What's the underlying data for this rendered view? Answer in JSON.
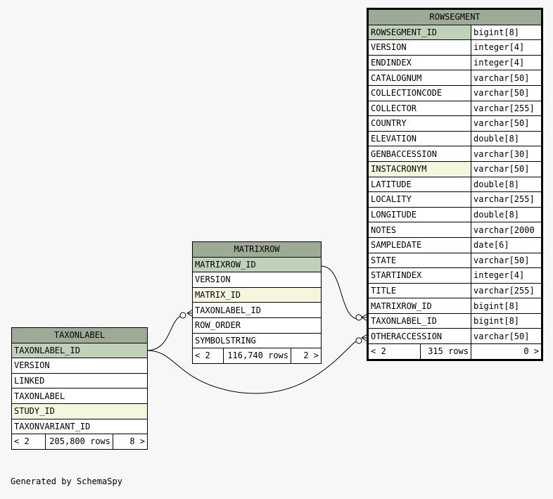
{
  "tables": {
    "rowsegment": {
      "name": "ROWSEGMENT",
      "columns": [
        {
          "name": "ROWSEGMENT_ID",
          "type": "bigint[8]",
          "kind": "pk"
        },
        {
          "name": "VERSION",
          "type": "integer[4]",
          "kind": ""
        },
        {
          "name": "ENDINDEX",
          "type": "integer[4]",
          "kind": ""
        },
        {
          "name": "CATALOGNUM",
          "type": "varchar[50]",
          "kind": ""
        },
        {
          "name": "COLLECTIONCODE",
          "type": "varchar[50]",
          "kind": ""
        },
        {
          "name": "COLLECTOR",
          "type": "varchar[255]",
          "kind": ""
        },
        {
          "name": "COUNTRY",
          "type": "varchar[50]",
          "kind": ""
        },
        {
          "name": "ELEVATION",
          "type": "double[8]",
          "kind": ""
        },
        {
          "name": "GENBACCESSION",
          "type": "varchar[30]",
          "kind": ""
        },
        {
          "name": "INSTACRONYM",
          "type": "varchar[50]",
          "kind": "idx"
        },
        {
          "name": "LATITUDE",
          "type": "double[8]",
          "kind": ""
        },
        {
          "name": "LOCALITY",
          "type": "varchar[255]",
          "kind": ""
        },
        {
          "name": "LONGITUDE",
          "type": "double[8]",
          "kind": ""
        },
        {
          "name": "NOTES",
          "type": "varchar[2000",
          "kind": ""
        },
        {
          "name": "SAMPLEDATE",
          "type": "date[6]",
          "kind": ""
        },
        {
          "name": "STATE",
          "type": "varchar[50]",
          "kind": ""
        },
        {
          "name": "STARTINDEX",
          "type": "integer[4]",
          "kind": ""
        },
        {
          "name": "TITLE",
          "type": "varchar[255]",
          "kind": ""
        },
        {
          "name": "MATRIXROW_ID",
          "type": "bigint[8]",
          "kind": ""
        },
        {
          "name": "TAXONLABEL_ID",
          "type": "bigint[8]",
          "kind": ""
        },
        {
          "name": "OTHERACCESSION",
          "type": "varchar[50]",
          "kind": ""
        }
      ],
      "footer": {
        "left": "< 2",
        "mid": "315 rows",
        "right": "0 >"
      }
    },
    "matrixrow": {
      "name": "MATRIXROW",
      "columns": [
        {
          "name": "MATRIXROW_ID",
          "kind": "pk"
        },
        {
          "name": "VERSION",
          "kind": ""
        },
        {
          "name": "MATRIX_ID",
          "kind": "idx"
        },
        {
          "name": "TAXONLABEL_ID",
          "kind": ""
        },
        {
          "name": "ROW_ORDER",
          "kind": ""
        },
        {
          "name": "SYMBOLSTRING",
          "kind": ""
        }
      ],
      "footer": {
        "left": "< 2",
        "mid": "116,740 rows",
        "right": "2 >"
      }
    },
    "taxonlabel": {
      "name": "TAXONLABEL",
      "columns": [
        {
          "name": "TAXONLABEL_ID",
          "kind": "pk"
        },
        {
          "name": "VERSION",
          "kind": ""
        },
        {
          "name": "LINKED",
          "kind": ""
        },
        {
          "name": "TAXONLABEL",
          "kind": ""
        },
        {
          "name": "STUDY_ID",
          "kind": "idx"
        },
        {
          "name": "TAXONVARIANT_ID",
          "kind": ""
        }
      ],
      "footer": {
        "left": "< 2",
        "mid": "205,800 rows",
        "right": "8 >"
      }
    }
  },
  "generated_by": "Generated by SchemaSpy"
}
